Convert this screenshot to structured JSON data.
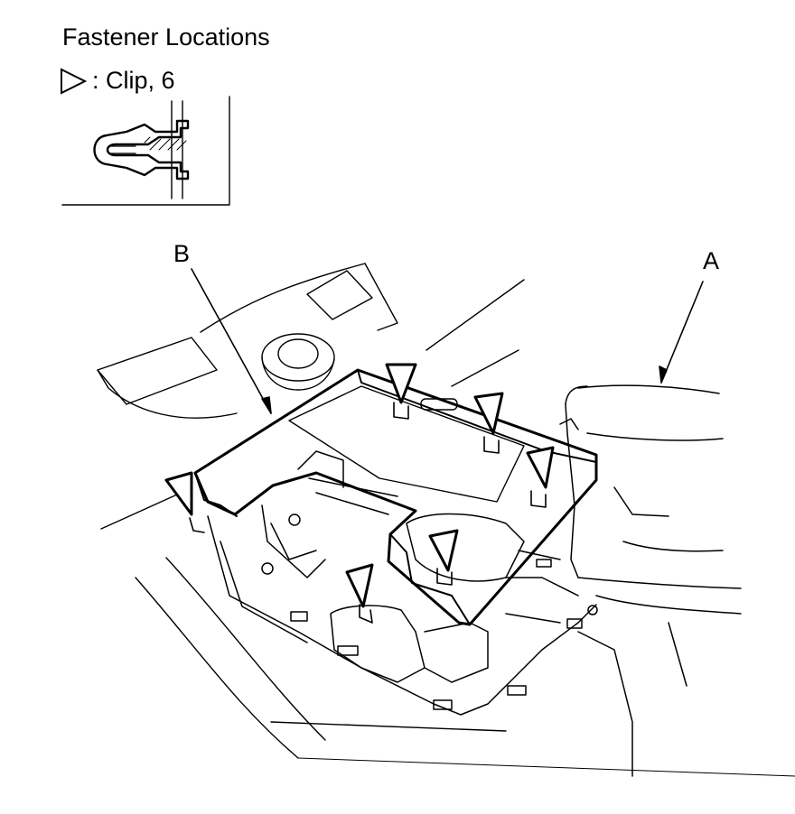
{
  "diagram": {
    "title": "Fastener Locations",
    "legend": {
      "symbol": "clip-triangle-icon",
      "text": ": Clip, 6"
    },
    "callouts": {
      "a": "A",
      "b": "B"
    },
    "line_color": "#000000",
    "background": "#ffffff"
  }
}
